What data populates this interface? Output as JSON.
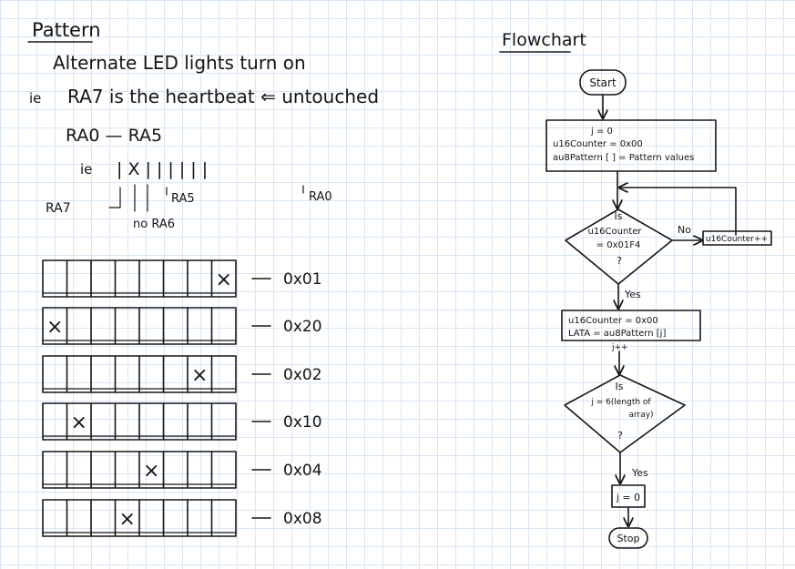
{
  "pattern": {
    "heading": "Pattern",
    "line1": "Alternate LED lights turn on",
    "line2_ie": "ie",
    "line2": "RA7 is the heartbeat ⇐ untouched",
    "range": "RA0 — RA5",
    "bits_ie": "ie",
    "bits_marks": "| X | | | | | |",
    "label_ra7": "RA7",
    "label_ra5": "RA5",
    "label_ra0": "RA0",
    "label_no_ra6": "no RA6",
    "rows": [
      {
        "value": "0x01",
        "x_index": 7
      },
      {
        "value": "0x20",
        "x_index": 0
      },
      {
        "value": "0x02",
        "x_index": 6
      },
      {
        "value": "0x10",
        "x_index": 1
      },
      {
        "value": "0x04",
        "x_index": 4
      },
      {
        "value": "0x08",
        "x_index": 3
      }
    ]
  },
  "flowchart": {
    "heading": "Flowchart",
    "start": "Start",
    "init_lines": [
      "j = 0",
      "u16Counter = 0x00",
      "au8Pattern [ ] = Pattern values"
    ],
    "decision1_lines": [
      "Is",
      "u16Counter",
      "= 0x01F4",
      "?"
    ],
    "no_label": "No",
    "increment": "u16Counter++",
    "yes1": "Yes",
    "process2_lines": [
      "u16Counter = 0x00",
      "LATA = au8Pattern [j]",
      "j++"
    ],
    "decision2_lines": [
      "Is",
      "j = 6(length of",
      "array)",
      "?"
    ],
    "yes2": "Yes",
    "reset": "j = 0",
    "stop": "Stop"
  }
}
